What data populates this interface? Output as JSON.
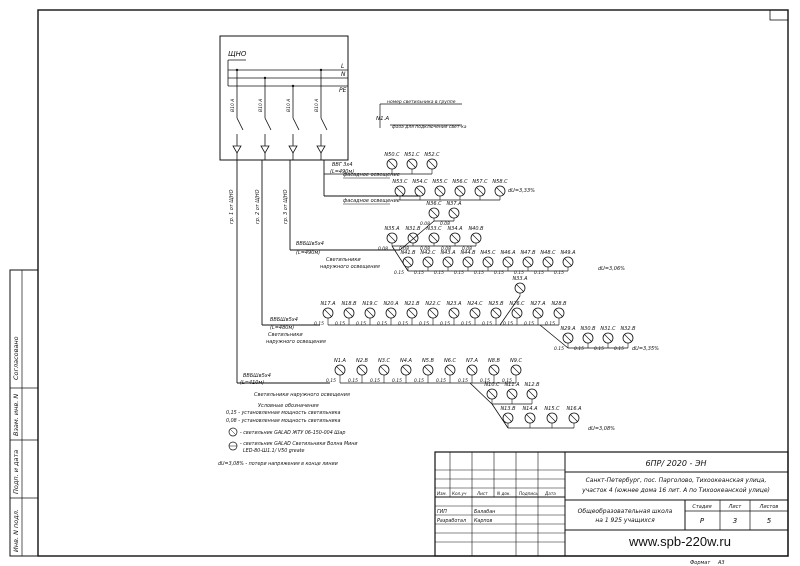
{
  "board": {
    "name": "ЩНО",
    "bus_labels": [
      "L",
      "N",
      "PE"
    ],
    "breakers": [
      "В10 A",
      "В10 A",
      "В10 A",
      "В10 A"
    ]
  },
  "legend_notes": {
    "fixture_number": "номер светильника в группе",
    "phase_note": "фаза для подключения свет-ка",
    "sample": "N1.A"
  },
  "groups": {
    "g1": {
      "cable": "ВВГ 3х4",
      "length": "(L=490м)",
      "label": "гр. 1 от ЩНО"
    },
    "g2": {
      "cable": "ВВБШв5х4",
      "length": "(L=490м)",
      "label": "гр. 2 от ЩНО",
      "title_line1": "Светильники",
      "title_line2": "наружного освещения"
    },
    "g3": {
      "cable": "ВВБШв5х4",
      "length": "(L=480м)",
      "label": "гр. 3 от ЩНО",
      "title_line1": "Светильники",
      "title_line2": "наружного освещения"
    },
    "g4": {
      "cable": "ВВБШв5х4",
      "length": "(L=410м)",
      "title": "Светильники наружного освещения"
    }
  },
  "facade": {
    "row1_label": "фасадное освещение",
    "row1": [
      "N50.C",
      "N51.C",
      "N52.C"
    ],
    "row2_label": "фасадное освещение",
    "row2": [
      "N53.C",
      "N54.C",
      "N55.C",
      "N56.C",
      "N57.C",
      "N58.C"
    ],
    "row2_drop": "dU=3,33%"
  },
  "g2_rows": {
    "top": [
      "N36.C",
      "N37.A"
    ],
    "mid": [
      "N35.A",
      "N31.B",
      "N33.C",
      "N34.A",
      "N40.B"
    ],
    "bottom": [
      "N41.B",
      "N42.C",
      "N43.A",
      "N44.B",
      "N45.C",
      "N46.A",
      "N47.B",
      "N48.C",
      "N49.A"
    ],
    "bottom_drop": "dU=3,06%"
  },
  "g3_rows": {
    "top": [
      "N33.A"
    ],
    "main": [
      "N17.A",
      "N18.B",
      "N19.C",
      "N20.A",
      "N21.B",
      "N22.C",
      "N23.A",
      "N24.C",
      "N25.B",
      "N26.C",
      "N27.A",
      "N28.B"
    ],
    "branch": [
      "N29.A",
      "N30.B",
      "N31.C",
      "N32.B"
    ],
    "branch_drop": "dU=3,35%"
  },
  "g4_rows": {
    "main": [
      "N1.A",
      "N2.B",
      "N3.C",
      "N4.A",
      "N5.B",
      "N6.C",
      "N7.A",
      "N8.B",
      "N9.C"
    ],
    "mid": [
      "N10.C",
      "N11.A",
      "N12.B"
    ],
    "low": [
      "N13.B",
      "N14.A",
      "N15.C",
      "N16.A"
    ],
    "low_drop": "dU=3,08%"
  },
  "power_values": {
    "p015": "0.15",
    "p008": "0.08"
  },
  "legend": {
    "title": "Условные обозначения",
    "item1": "0,15 - установленная мощность светильника",
    "item2": "0,08 - установленная мощность светильника",
    "item3": "- светильник GALAD ЖТУ 06-150-004 Шар",
    "item4a": "- светильник GALAD Светильники Волна Мини",
    "item4b": "LED-80-Ш1.1/ V50 greate",
    "item5": "dU=3,08% - потери напряжения в конце линии"
  },
  "side_stamp": [
    "Согласовано",
    "Взам. инв. N",
    "Подп. и дата",
    "Инв. N подл."
  ],
  "title_block": {
    "code": "6ПР/ 2020 - ЭН",
    "address": [
      "Санкт-Петербург, пос. Парголово, Тихоокеанская улица,",
      "участок 4 (южнее дома 16 лит. А по Тихоокеанской улице)"
    ],
    "object": [
      "Общеобразовательная школа",
      "на 1 925 учащихся"
    ],
    "head_cols": [
      "Изм.",
      "Кол.уч",
      "Лист",
      "N док.",
      "Подпись",
      "Дата"
    ],
    "roles": [
      {
        "role": "ГИП",
        "name": "Балабан"
      },
      {
        "role": "Разработал",
        "name": "Карпов"
      }
    ],
    "stage_head": "Стадия",
    "sheet_head": "Лист",
    "sheets_head": "Листов",
    "stage": "Р",
    "sheet": "3",
    "sheets": "5"
  },
  "watermark": "www.spb-220w.ru",
  "format": {
    "label": "Формат",
    "value": "А3"
  }
}
